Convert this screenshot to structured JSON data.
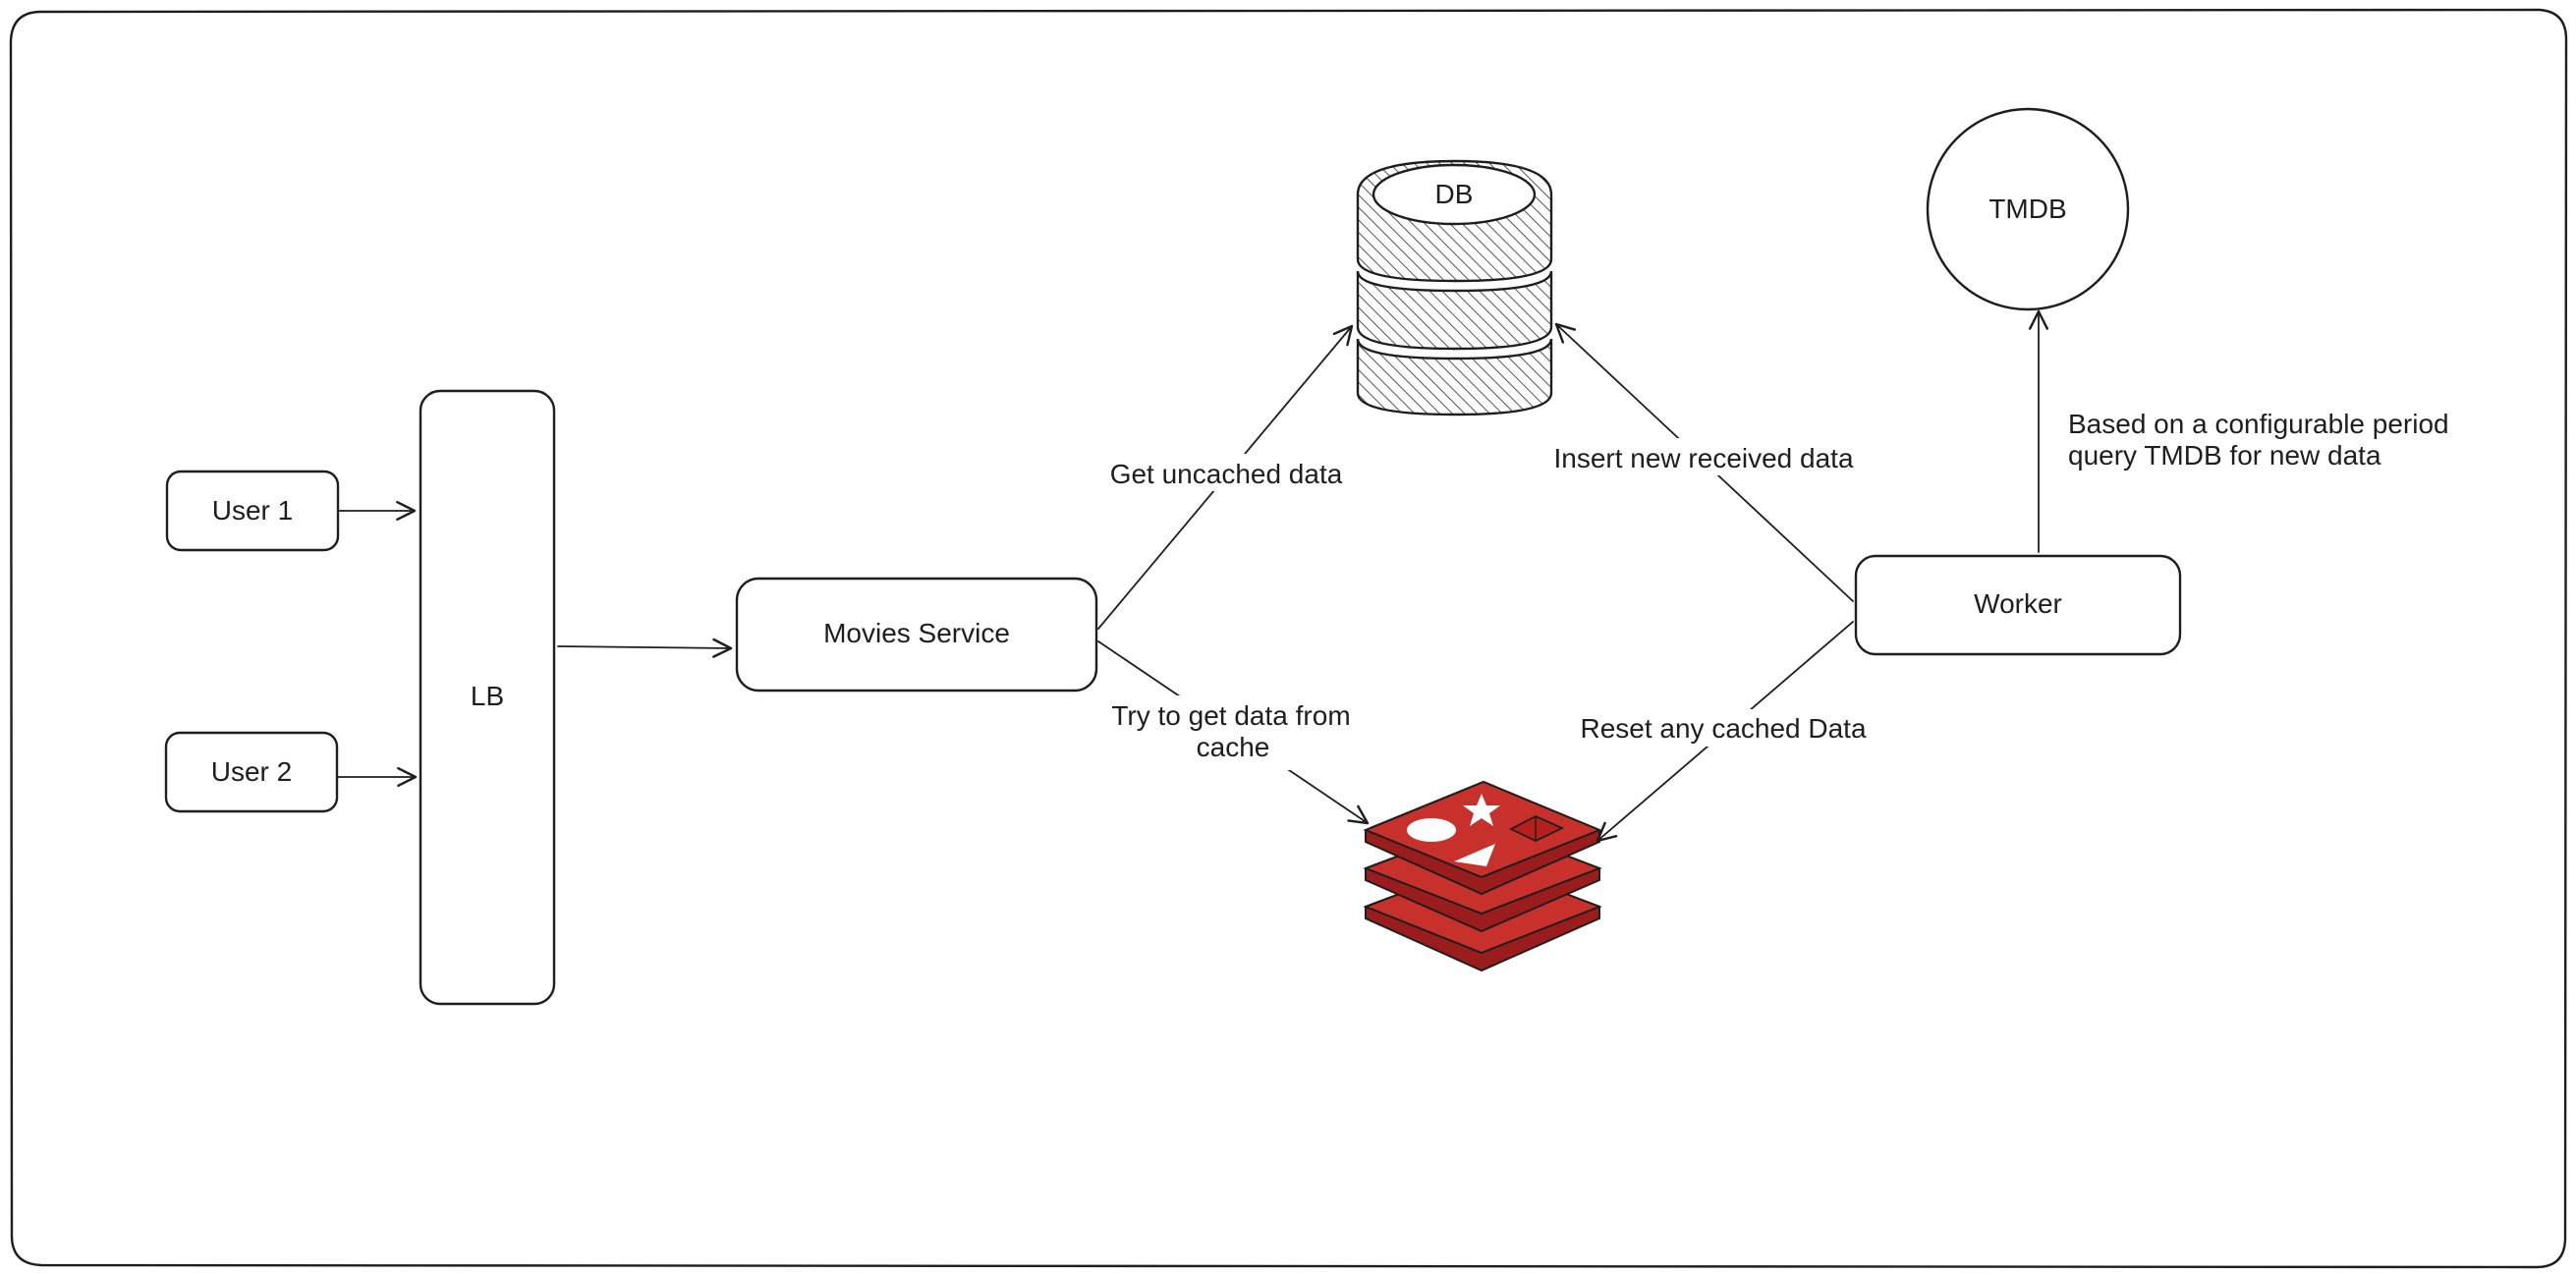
{
  "nodes": {
    "user1": "User 1",
    "user2": "User 2",
    "lb": "LB",
    "movies_service": "Movies Service",
    "db": "DB",
    "worker": "Worker",
    "tmdb": "TMDB"
  },
  "edges": {
    "get_uncached": "Get uncached data",
    "try_cache_line1": "Try to get data from",
    "try_cache_line2": "cache",
    "insert_new": "Insert new received data",
    "reset_cache": "Reset any cached Data",
    "tmdb_query_line1": "Based on a configurable period",
    "tmdb_query_line2": "query TMDB for new data"
  },
  "icons": {
    "database": "database-icon",
    "cache": "redis-icon"
  },
  "colors": {
    "stroke": "#1e1e1e",
    "db_hatch": "#555555",
    "redis_red": "#c8302b",
    "redis_dark": "#9b1c1c"
  }
}
